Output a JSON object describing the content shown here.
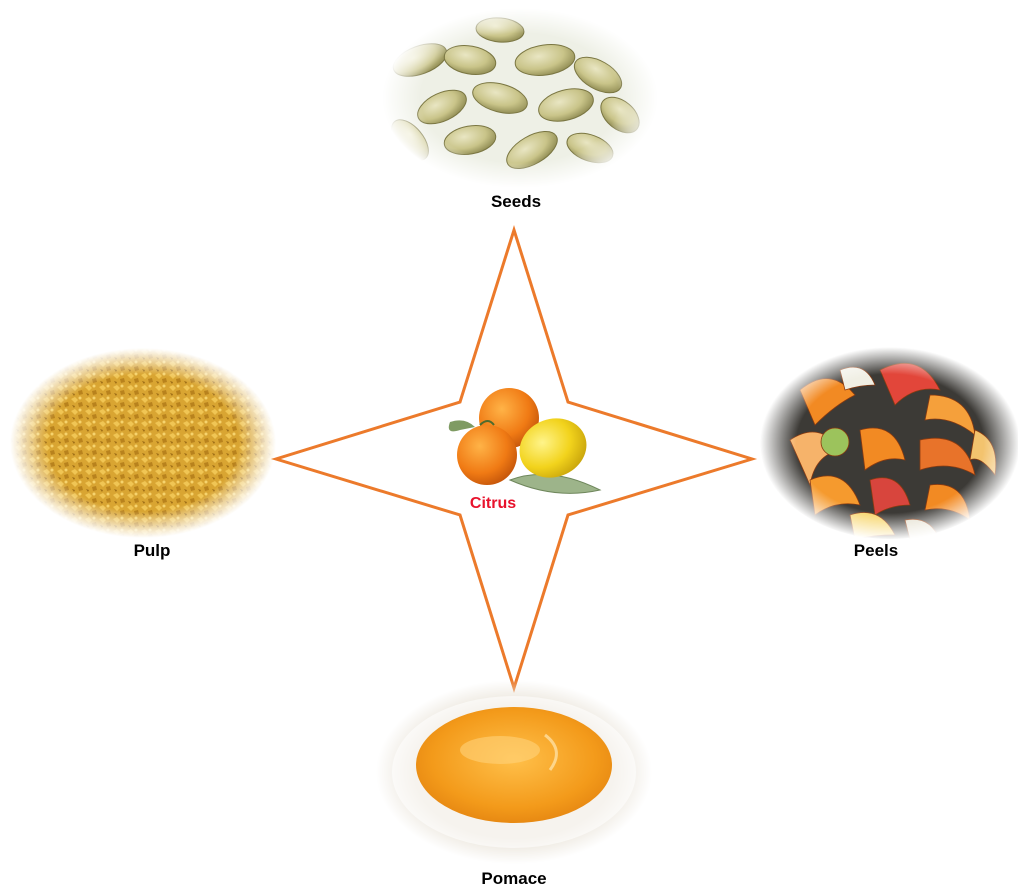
{
  "diagram": {
    "center": {
      "label": "Citrus",
      "label_color": "#e8122c"
    },
    "star_color": "#ec7a2b",
    "nodes": [
      {
        "id": "seeds",
        "label": "Seeds"
      },
      {
        "id": "peels",
        "label": "Peels"
      },
      {
        "id": "pomace",
        "label": "Pomace"
      },
      {
        "id": "pulp",
        "label": "Pulp"
      }
    ]
  }
}
